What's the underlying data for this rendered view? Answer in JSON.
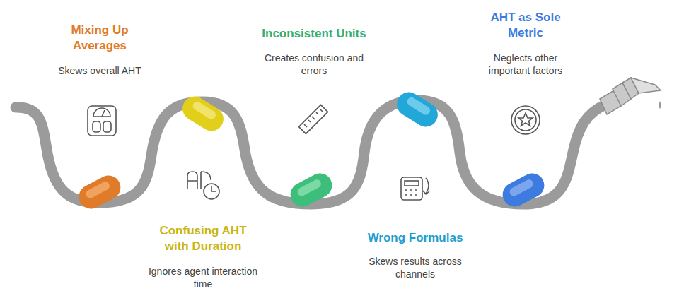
{
  "diagram": {
    "labels": [
      "Mixing Up Averages",
      "Skews overall AHT",
      "Inconsistent Units",
      "Creates confusion and errors",
      "AHT as Sole Metric",
      "Neglects other important factors",
      "Confusing AHT with Duration",
      "Ignores agent interaction time",
      "Wrong Formulas",
      "Skews results across channels"
    ]
  }
}
